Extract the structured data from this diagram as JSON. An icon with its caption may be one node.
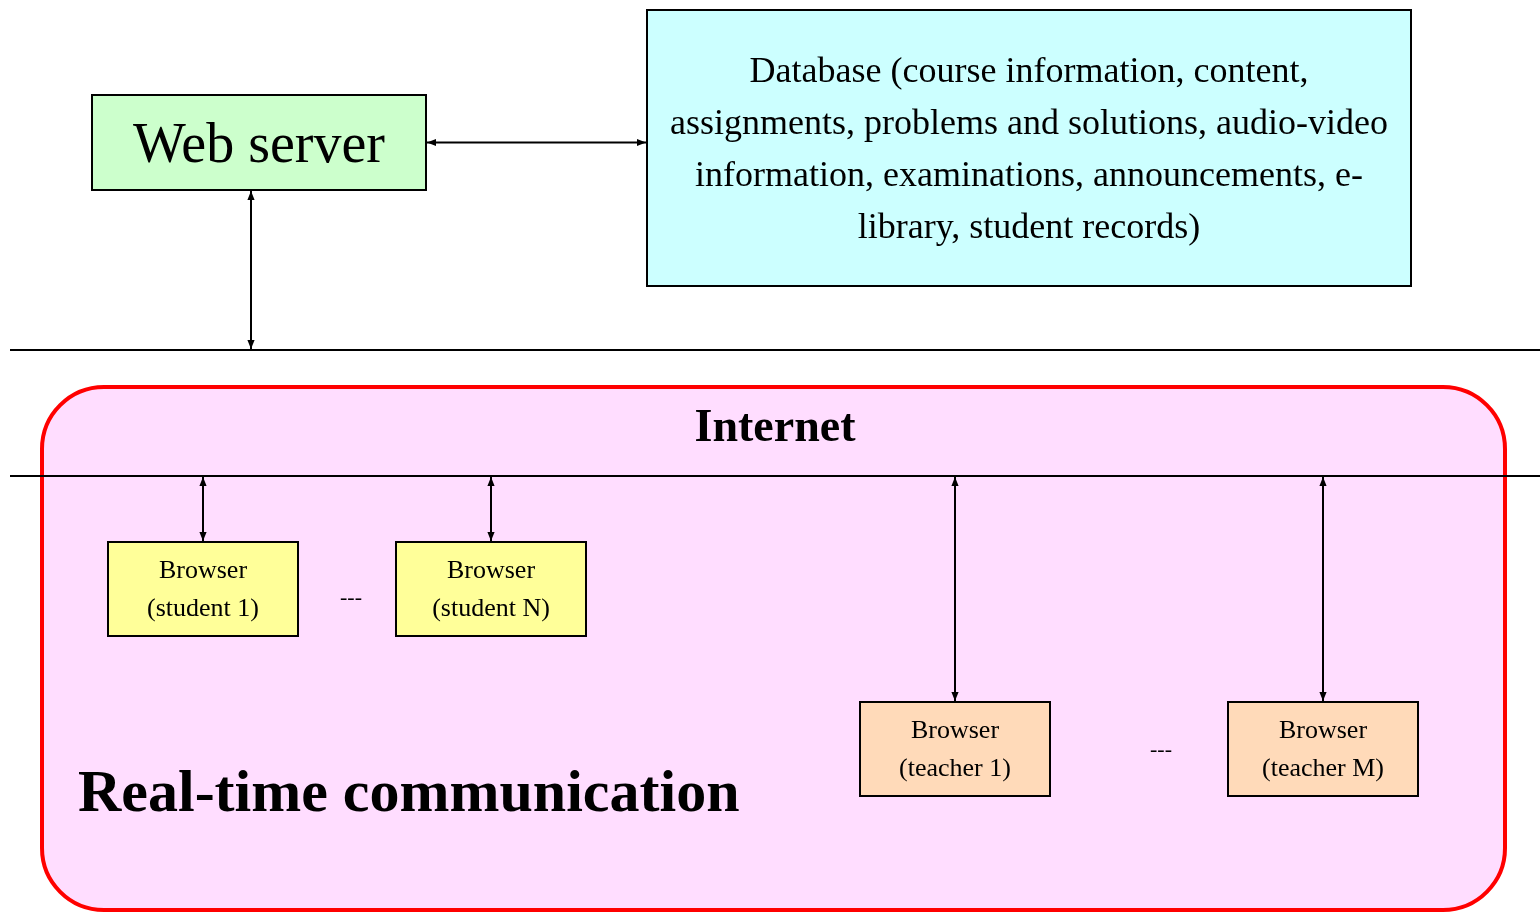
{
  "diagram": {
    "nodes": [
      {
        "text": [
          "Web server"
        ]
      },
      {
        "text": [
          "Database (course information, content, assignments, problems and solutions, audio-video information, examinations, announcements, e-library, student records)"
        ]
      },
      {
        "text": [
          "Internet"
        ]
      },
      {
        "text": [
          "Real-time communication"
        ]
      },
      {
        "text": [
          "Browser (student 1)"
        ],
        "in": 3
      },
      {
        "text": [
          "Browser (student N)"
        ],
        "in": 3
      },
      {
        "text": [
          "Browser (teacher 1)"
        ],
        "in": 3
      },
      {
        "text": [
          "Browser (teacher M)"
        ],
        "in": 3
      }
    ],
    "edges": [
      {
        "from": 0,
        "to": 1,
        "arrow": "both"
      },
      {
        "from": 0,
        "to": 2,
        "arrow": "both"
      },
      {
        "from": 2,
        "to": 4,
        "arrow": "both"
      },
      {
        "from": 2,
        "to": 5,
        "arrow": "both"
      },
      {
        "from": 2,
        "to": 6,
        "arrow": "both"
      },
      {
        "from": 2,
        "to": 7,
        "arrow": "both"
      }
    ],
    "labels": [
      "---",
      "---"
    ]
  }
}
